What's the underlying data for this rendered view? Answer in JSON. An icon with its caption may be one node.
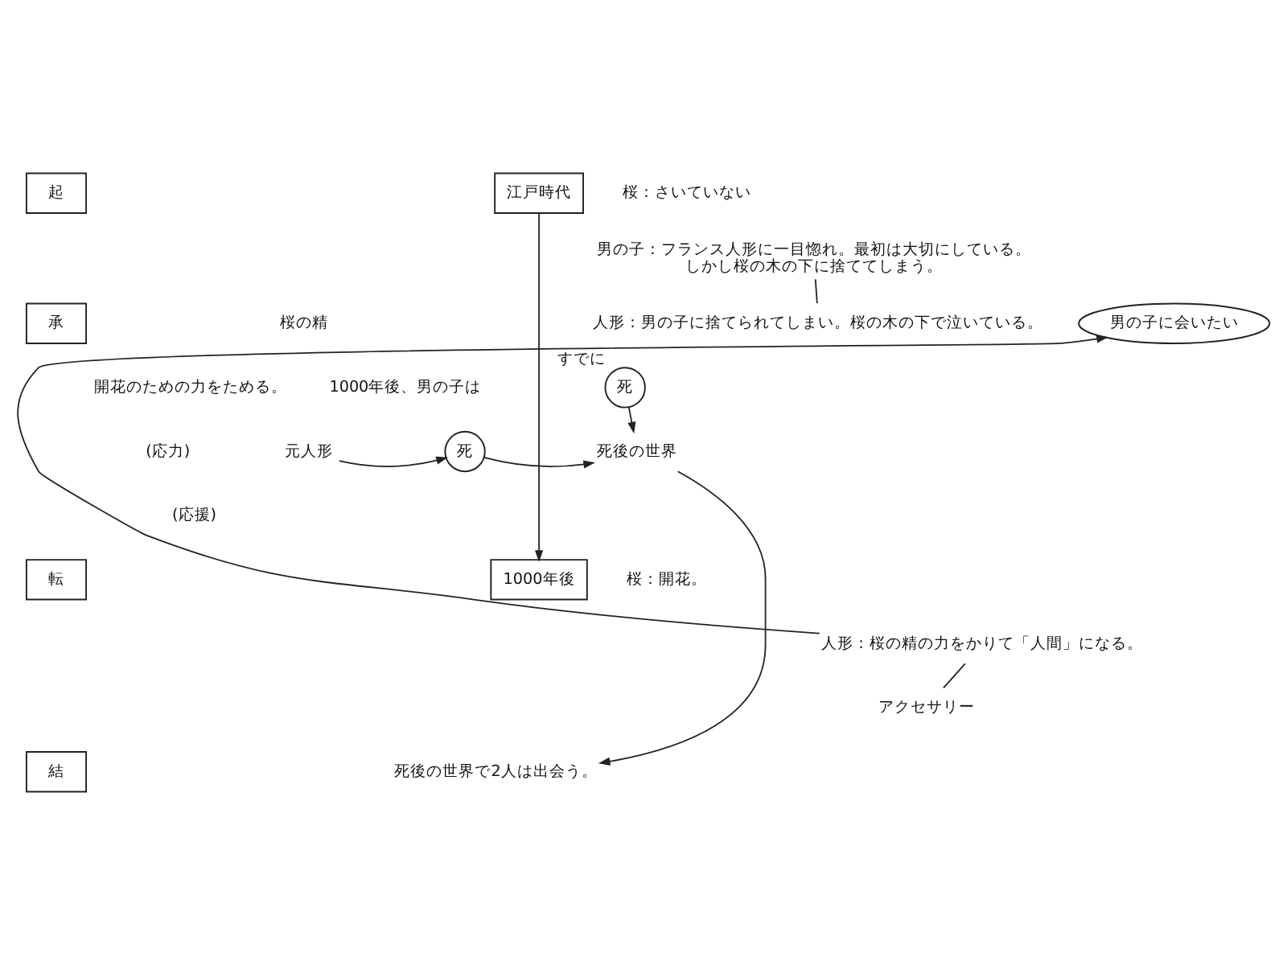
{
  "diagram": {
    "nodes": [
      {
        "text": [
          "起"
        ]
      },
      {
        "text": [
          "江戸時代"
        ]
      },
      {
        "text": [
          "男の子：フランス人形に一目惚れ。最初は大切にしている。しかし桜の木の下に捨ててしまう。"
        ]
      },
      {
        "text": [
          "人形：男の子に捨てられてしまい。桜の木の下で泣いている。"
        ]
      },
      {
        "text": [
          "男の子に会いたい"
        ]
      },
      {
        "text": [
          "承"
        ]
      },
      {
        "text": [
          "死"
        ],
        "beside": [
          "すでに"
        ]
      },
      {
        "text": [
          "元人形"
        ]
      },
      {
        "text": [
          "死"
        ]
      },
      {
        "text": [
          "死後の世界"
        ]
      },
      {
        "text": [
          "転"
        ]
      },
      {
        "text": [
          "1000年後"
        ]
      },
      {
        "text": [
          "人形：桜の精の力をかりて「人間」になる。"
        ]
      },
      {
        "text": [
          "アクセサリー"
        ]
      },
      {
        "text": [
          "結"
        ]
      },
      {
        "text": [
          "死後の世界で2人は出会う。"
        ]
      }
    ],
    "edges": [
      {
        "from": 1,
        "to": 11,
        "arrow": "to"
      },
      {
        "from": 2,
        "to": 3,
        "arrow": "none"
      },
      {
        "from": 12,
        "to": 4,
        "arrow": "to"
      },
      {
        "from": 6,
        "to": 9,
        "arrow": "to"
      },
      {
        "from": 7,
        "to": 8,
        "arrow": "to"
      },
      {
        "from": 8,
        "to": 9,
        "arrow": "to"
      },
      {
        "from": 12,
        "to": 13,
        "arrow": "none"
      },
      {
        "from": 9,
        "to": 15,
        "arrow": "to"
      }
    ],
    "labels": [
      "桜：さいていない",
      "桜の精",
      "開花のための力をためる。",
      "(応力)",
      "(応援)",
      "1000年後、男の子は",
      "桜：開花。"
    ]
  }
}
